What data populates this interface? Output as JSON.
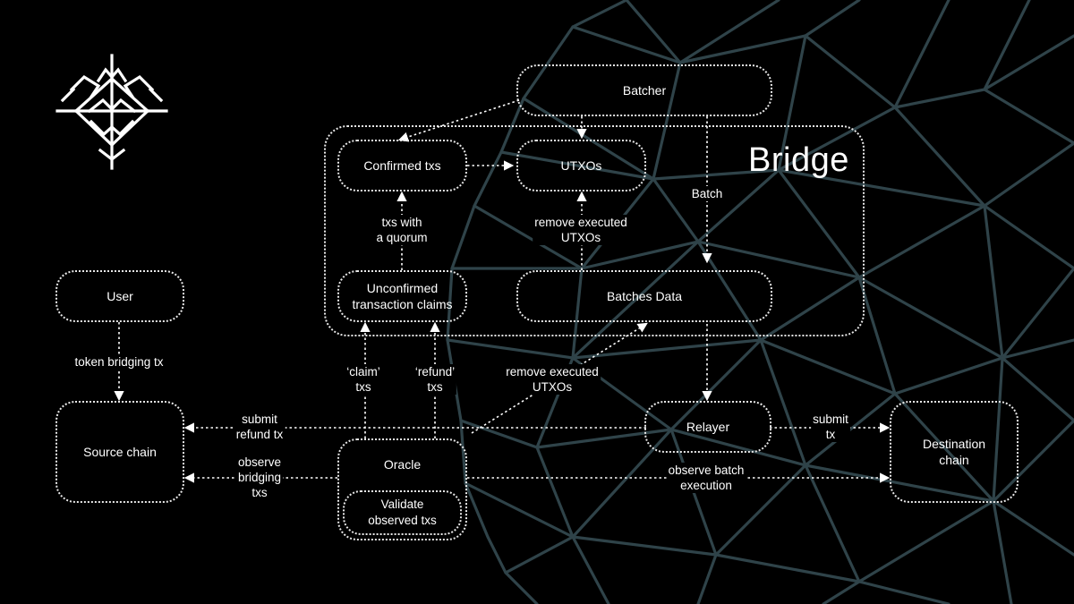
{
  "diagram": {
    "bridge_title": "Bridge",
    "nodes": {
      "batcher": "Batcher",
      "confirmed_txs": "Confirmed txs",
      "utxos": "UTXOs",
      "unconfirmed_claims": "Unconfirmed\ntransaction claims",
      "batches_data": "Batches Data",
      "user": "User",
      "source_chain": "Source chain",
      "oracle": "Oracle",
      "validate_observed": "Validate\nobserved txs",
      "relayer": "Relayer",
      "destination_chain": "Destination\nchain"
    },
    "edge_labels": {
      "batch": "Batch",
      "txs_with_quorum": "txs with\na quorum",
      "remove_executed_utxos_top": "remove executed\nUTXOs",
      "token_bridging_tx": "token bridging tx",
      "claim_txs": "‘claim’\ntxs",
      "refund_txs": "‘refund’\ntxs",
      "remove_executed_utxos_bottom": "remove executed\nUTXOs",
      "submit_refund_tx": "submit\nrefund tx",
      "observe_bridging_txs": "observe\nbridging\ntxs",
      "submit_tx": "submit\ntx",
      "observe_batch_execution": "observe batch\nexecution"
    }
  },
  "colors": {
    "background": "#000000",
    "mesh": "#2f4349",
    "foreground": "#ffffff"
  },
  "icons": {
    "logo": "tribal-diamond-tree-logo"
  }
}
